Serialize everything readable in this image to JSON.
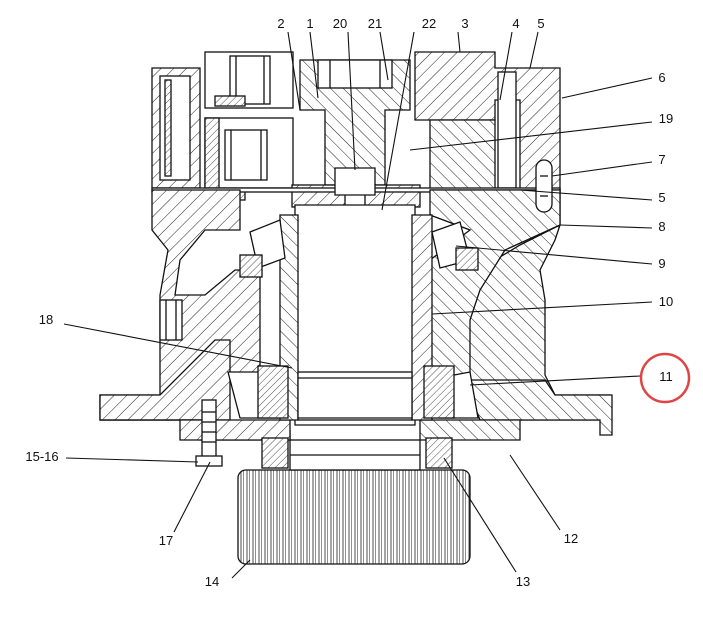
{
  "diagram": {
    "callouts": {
      "c1": "1",
      "c2": "2",
      "c3": "3",
      "c4": "4",
      "c5a": "5",
      "c5b": "5",
      "c6": "6",
      "c7": "7",
      "c8": "8",
      "c9": "9",
      "c10": "10",
      "c11": "11",
      "c12": "12",
      "c13": "13",
      "c14": "14",
      "c15": "15-16",
      "c17": "17",
      "c18": "18",
      "c19": "19",
      "c20": "20",
      "c21": "21",
      "c22": "22"
    },
    "highlight_color": "#e04545",
    "line_color": "#111111"
  }
}
